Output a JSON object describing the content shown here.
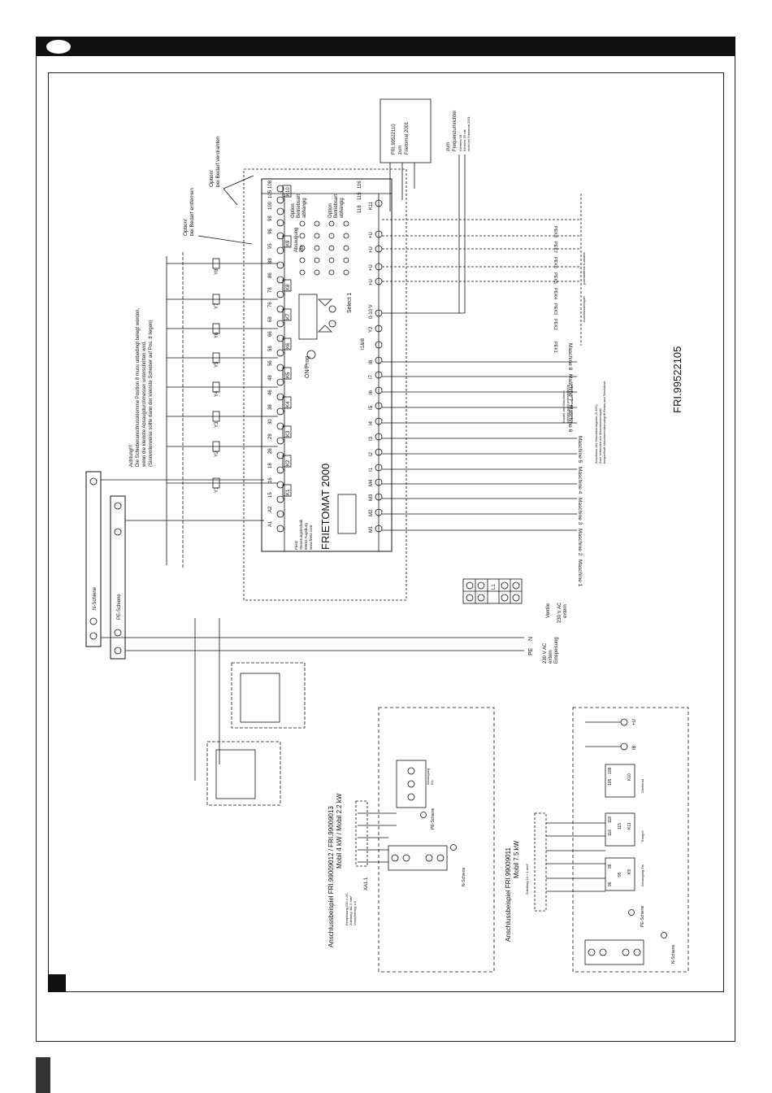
{
  "document": {
    "drawing_number": "FRI.99522105",
    "controller_title": "FRIETOMAT 2000",
    "controller_maker": [
      "Frietz",
      "Steuerungstechnik",
      "89653 Augsburg",
      "www.frietz.com"
    ],
    "on_prog": "ON/Prog",
    "select": "Select 1",
    "option_top": [
      "Option!",
      "bei Bedarf verdrahten"
    ],
    "option_remove": [
      "Option!",
      "bei Bedarf entfernen"
    ],
    "option_mode1": [
      "Option",
      "Betriebsart",
      "abhängig"
    ],
    "option_mode2": [
      "Option",
      "Betriebsart",
      "abhängig"
    ],
    "absaugung_ein": [
      "Absaugung",
      "Ein"
    ],
    "warning": [
      "Achtung!!!",
      "Die Schieberanschlussklemme Position 8 muss unbedingt belegt werden,",
      "wenn die kleinste Absaugdurchmesser unterschritten wird.",
      "(Sinnvollerweise sollte dann der kleinste Schieber auf Pos. 8 liegen)"
    ],
    "fu_box": [
      "FRI.99522110",
      "zum",
      "Frietomat 2001"
    ],
    "fu_label": [
      "zum",
      "Frequenzumrichter"
    ],
    "fu_small": [
      "Klemme 18",
      "Klemme 59 mit",
      "nicht bei Frietomat 2001"
    ],
    "n_bar": "N-Schiene",
    "pe_bar": "PE-Schiene",
    "supply": [
      "230 V AC",
      "extern"
    ],
    "supply2": [
      "230 V AC",
      "extern",
      "Einspeisung"
    ],
    "ventile": "Ventile",
    "n_label": "N",
    "pe_label": "PE",
    "l1_label": "L1",
    "machines": [
      "Maschine 1",
      "Maschine 2",
      "Maschine 3",
      "Maschine 4",
      "Maschine 5",
      "Maschine 6",
      "Maschine 7",
      "Maschine 8"
    ],
    "machine_note": [
      "Anschluss der Maschinensignale (5-48V)",
      "Zum Verbinden am Maschinenbeispiel",
      "beispielhaft Maschinenstromabgriff Relais und Steckdose"
    ],
    "machine_note2": [
      "Anzahl der Maschinen",
      "können auch potentialfreie",
      "Kontakte verwendet werden"
    ],
    "pek_labels": [
      "PEK1",
      "PEK2",
      "PEK3",
      "PEK4",
      "PEK5",
      "PEK6",
      "PEK7",
      "PEK8"
    ],
    "pek_note": [
      "Anschlussbeispiel",
      "potentialfreie Kontakte"
    ],
    "terminals_top": [
      "A1",
      "A2",
      "15",
      "16",
      "18",
      "26",
      "28",
      "30",
      "38",
      "46",
      "48",
      "56",
      "58",
      "66",
      "68",
      "76",
      "78",
      "86",
      "88",
      "95",
      "96",
      "98",
      "100",
      "105",
      "108"
    ],
    "relays": [
      "K1",
      "K2",
      "K3",
      "K4",
      "K5",
      "K6",
      "K7",
      "K8",
      "K9",
      "K10"
    ],
    "terminals_bottom": [
      "M1",
      "M2",
      "M3",
      "M4",
      "I1",
      "I2",
      "I3",
      "I4",
      "I5",
      "I6",
      "I7",
      "I8",
      "I1&I8",
      "Y2",
      "0-10 V",
      "+U",
      "+U",
      "+U",
      "+U",
      "K11"
    ],
    "terminals_ext": [
      "118",
      "115",
      "116"
    ],
    "valves": [
      "Y1",
      "Y2",
      "Y3",
      "Y4",
      "Y5",
      "Y6",
      "Y7",
      "Y8"
    ],
    "example1_title": [
      "Anschlussbeispiel FRI.99009012 / FRI.99009013",
      "Mobil 4 kW / Mobil 2.2 kW"
    ],
    "example1_small": [
      "Einspeisung 230 V AC",
      "Zuleitung 4x1.5 mm²",
      "Vorsicherung 4 A"
    ],
    "example1_x": "XA1.1",
    "example1_abs": [
      "Absaugung",
      "Ein"
    ],
    "example2_title": [
      "Anschlussbeispiel FRI.99009011",
      "Mobil 7.5 kW"
    ],
    "example2_small": "Zuleitung 10 × 1 mm²",
    "example2_labels": [
      "Zählerrad",
      "Trampel",
      "Absaugung Ein"
    ],
    "example2_terms": [
      "105",
      "108",
      "116",
      "118",
      "115",
      "96",
      "98",
      "95"
    ],
    "k10": "K10",
    "k11": "K11",
    "k9": "K9",
    "i8": "I8",
    "plus_u": "+U",
    "colors": {
      "line": "#111111",
      "page": "#ffffff",
      "bar": "#111111"
    }
  }
}
